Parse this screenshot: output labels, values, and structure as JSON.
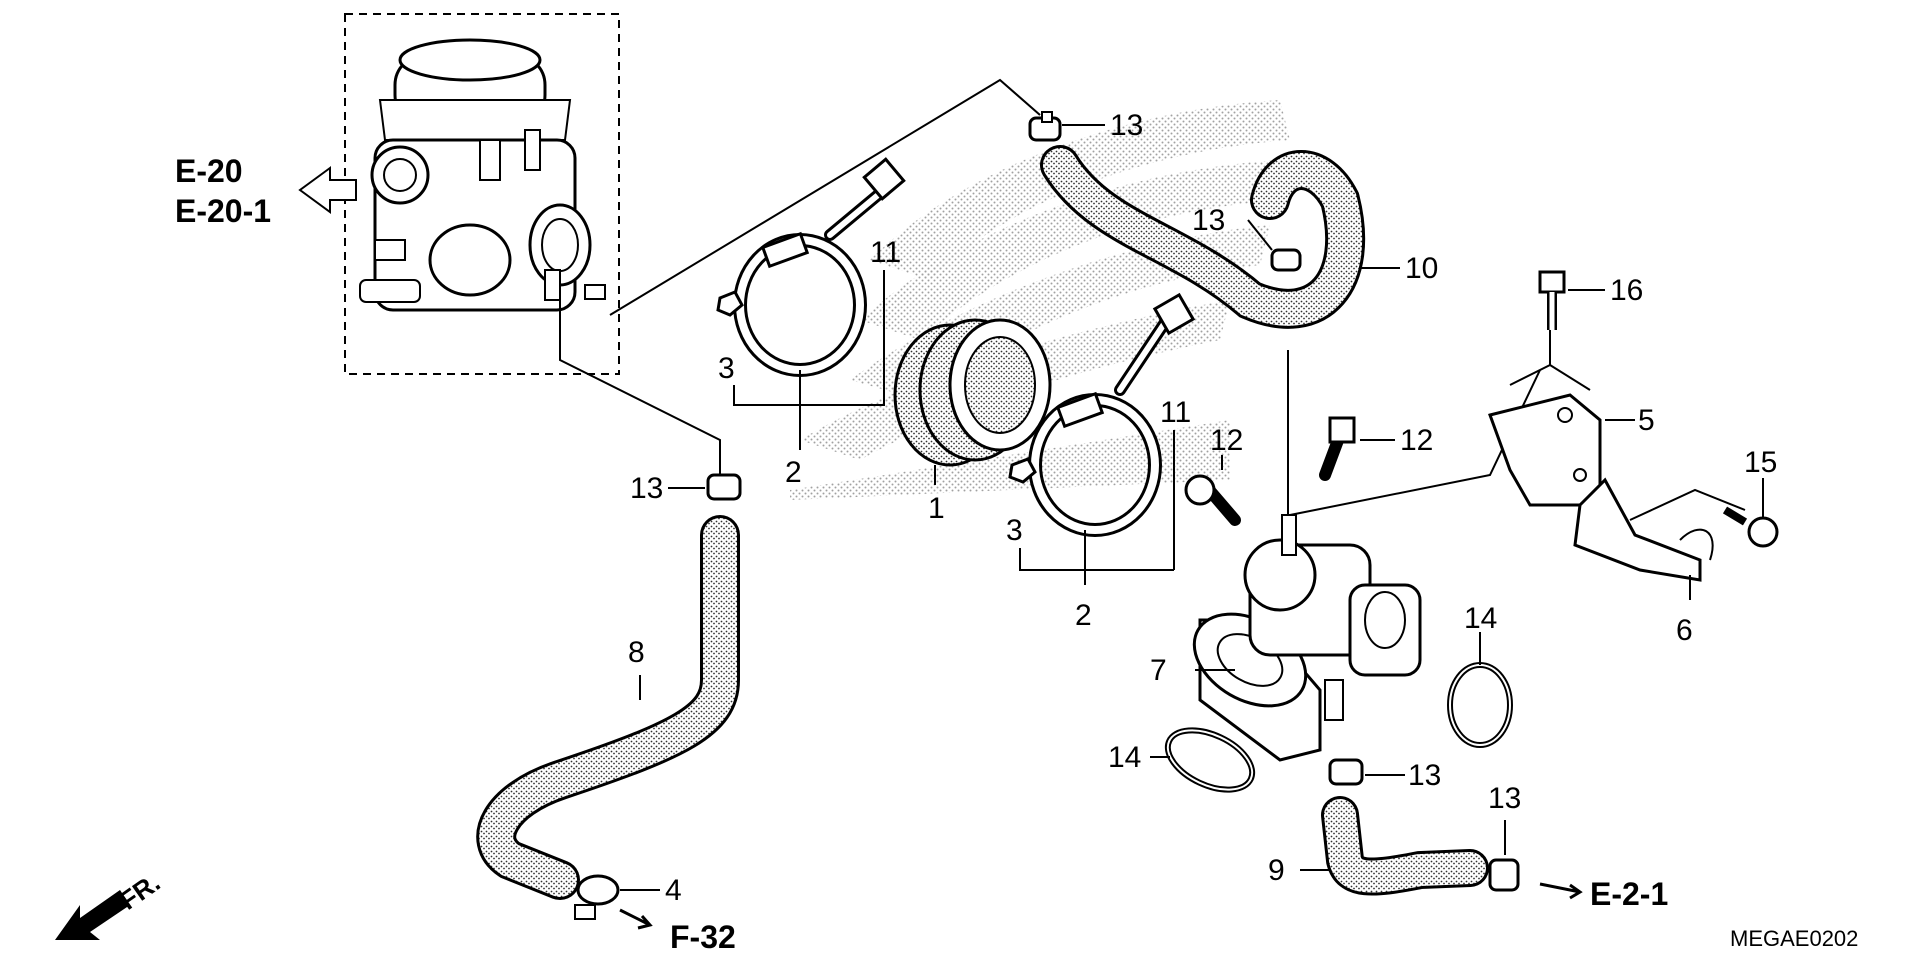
{
  "callouts": {
    "c1": "1",
    "c2a": "2",
    "c2b": "2",
    "c3a": "3",
    "c3b": "3",
    "c4": "4",
    "c5": "5",
    "c6": "6",
    "c7": "7",
    "c8": "8",
    "c9": "9",
    "c10": "10",
    "c11a": "11",
    "c11b": "11",
    "c12a": "12",
    "c12b": "12",
    "c13a": "13",
    "c13b": "13",
    "c13c": "13",
    "c13d": "13",
    "c13e": "13",
    "c14a": "14",
    "c14b": "14",
    "c15": "15",
    "c16": "16"
  },
  "references": {
    "e20": "E-20",
    "e20_1": "E-20-1",
    "f32": "F-32",
    "e2_1": "E-2-1",
    "front": "FR."
  },
  "diagram_code": "MEGAE0202"
}
